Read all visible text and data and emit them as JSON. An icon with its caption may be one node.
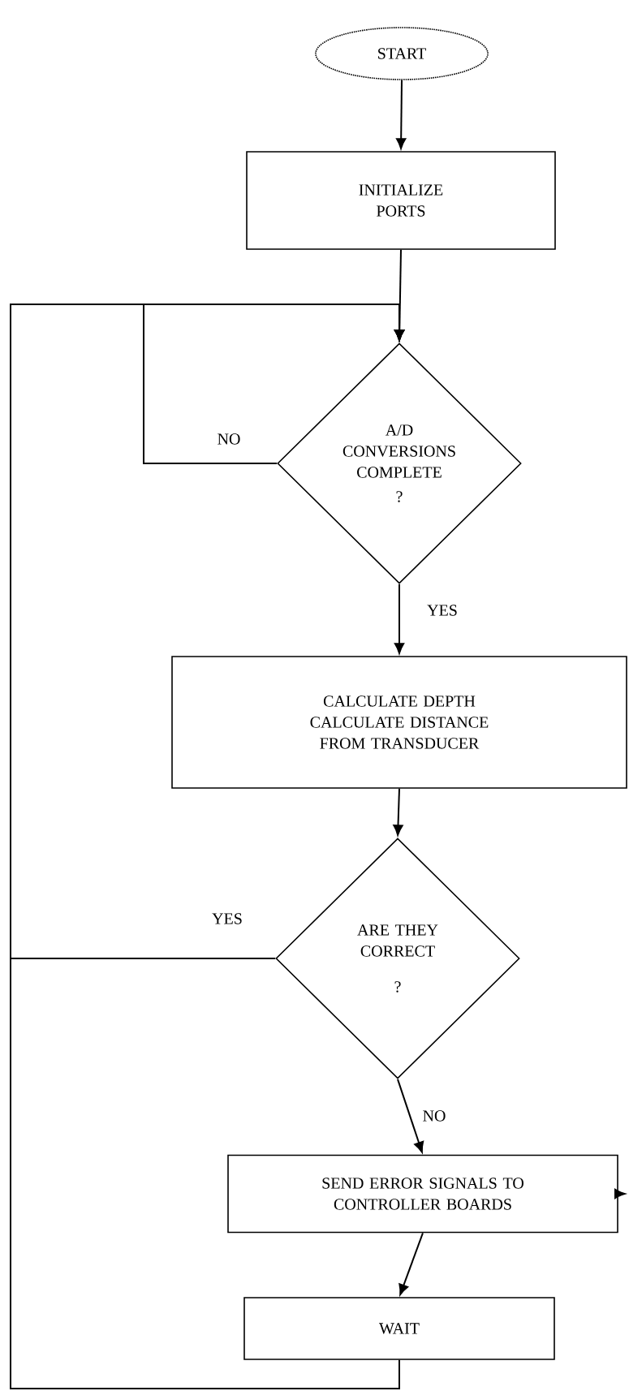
{
  "diagram": {
    "nodes": [
      {
        "text": [
          "START"
        ]
      },
      {
        "text": [
          "INITIALIZE PORTS"
        ]
      },
      {
        "text": [
          "A/D CONVERSIONS COMPLETE",
          "?"
        ]
      },
      {
        "text": [
          "CALCULATE DEPTH",
          "CALCULATE DISTANCE FROM TRANSDUCER"
        ]
      },
      {
        "text": [
          "ARE THEY CORRECT",
          "?"
        ]
      },
      {
        "text": [
          "SEND ERROR SIGNALS TO CONTROLLER BOARDS"
        ]
      },
      {
        "text": [
          "WAIT"
        ]
      }
    ],
    "edges": [
      {
        "from": 0,
        "to": 1,
        "arrow": "to"
      },
      {
        "from": 1,
        "to": 2,
        "arrow": "to"
      },
      {
        "from": 2,
        "to": 2,
        "label": "NO",
        "arrow": "to"
      },
      {
        "from": 2,
        "to": 3,
        "label": "YES",
        "arrow": "to"
      },
      {
        "from": 3,
        "to": 4,
        "arrow": "to"
      },
      {
        "from": 4,
        "to": 2,
        "label": "YES",
        "arrow": "to"
      },
      {
        "from": 4,
        "to": 5,
        "label": "NO",
        "arrow": "to"
      },
      {
        "from": 5,
        "to": null,
        "arrow": "to"
      },
      {
        "from": 5,
        "to": 6,
        "arrow": "to"
      },
      {
        "from": 6,
        "to": 2,
        "arrow": "to"
      }
    ]
  }
}
